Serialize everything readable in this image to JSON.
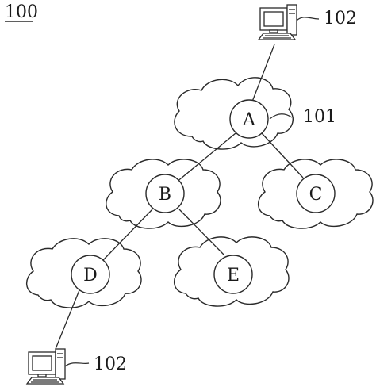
{
  "figure": {
    "label": "100"
  },
  "nodes": [
    {
      "id": "A",
      "label": "A"
    },
    {
      "id": "B",
      "label": "B"
    },
    {
      "id": "C",
      "label": "C"
    },
    {
      "id": "D",
      "label": "D"
    },
    {
      "id": "E",
      "label": "E"
    }
  ],
  "edges": [
    {
      "from": "A",
      "to": "B"
    },
    {
      "from": "A",
      "to": "C"
    },
    {
      "from": "B",
      "to": "D"
    },
    {
      "from": "B",
      "to": "E"
    },
    {
      "from": "A",
      "to": "computer-top"
    },
    {
      "from": "D",
      "to": "computer-bottom"
    }
  ],
  "references": {
    "cloud": "101",
    "computer_top": "102",
    "computer_bottom": "102"
  },
  "colors": {
    "line": "#2a2a2a",
    "background": "#ffffff"
  }
}
